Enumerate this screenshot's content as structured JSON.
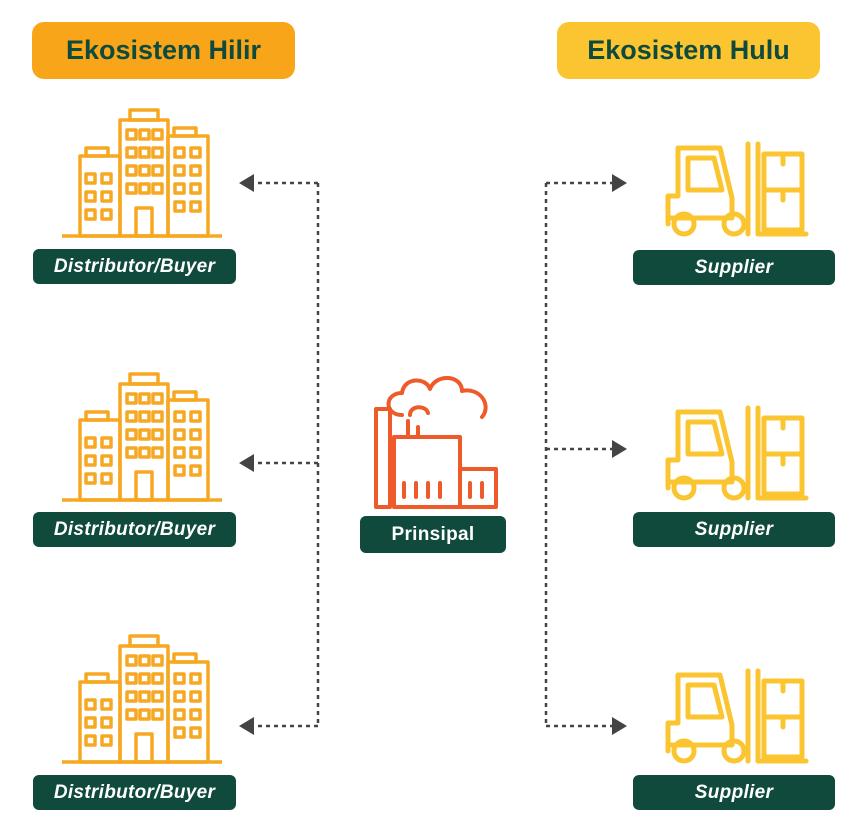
{
  "headers": {
    "left": "Ekosistem Hilir",
    "right": "Ekosistem Hulu"
  },
  "center": {
    "label": "Prinsipal",
    "icon": "factory-icon"
  },
  "left_nodes": [
    {
      "label": "Distributor/Buyer",
      "icon": "buildings-icon"
    },
    {
      "label": "Distributor/Buyer",
      "icon": "buildings-icon"
    },
    {
      "label": "Distributor/Buyer",
      "icon": "buildings-icon"
    }
  ],
  "right_nodes": [
    {
      "label": "Supplier",
      "icon": "forklift-icon"
    },
    {
      "label": "Supplier",
      "icon": "forklift-icon"
    },
    {
      "label": "Supplier",
      "icon": "forklift-icon"
    }
  ],
  "colors": {
    "left_header": "#f9a51a",
    "right_header": "#fbc531",
    "label_bg": "#0f4a3c",
    "buildings": "#f7a823",
    "forklift": "#fbc531",
    "factory": "#ef5a2a",
    "connector": "#444444"
  }
}
